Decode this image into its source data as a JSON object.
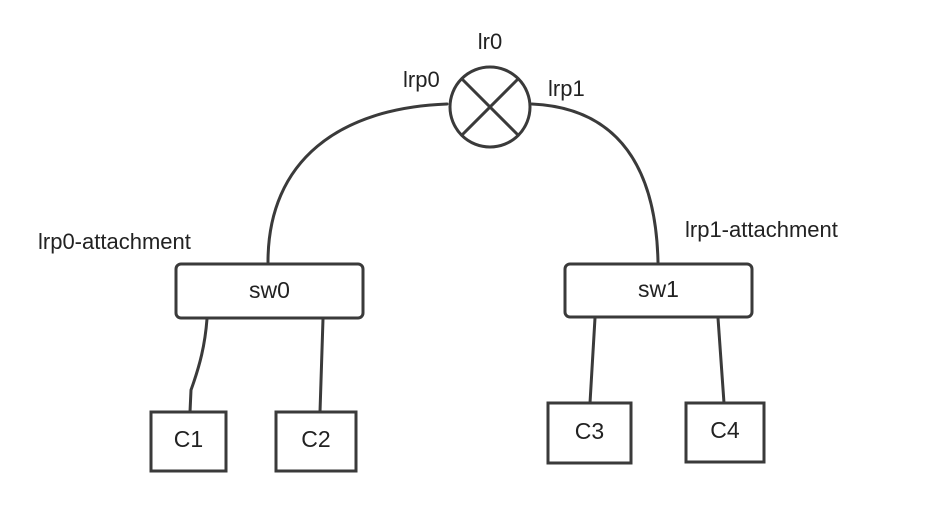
{
  "router": {
    "name": "lr0",
    "port_left": "lrp0",
    "port_right": "lrp1",
    "icon": "router-cross-circle-icon"
  },
  "switches": [
    {
      "name": "sw0",
      "attachment_label": "lrp0-attachment"
    },
    {
      "name": "sw1",
      "attachment_label": "lrp1-attachment"
    }
  ],
  "clients": [
    {
      "name": "C1",
      "switch": "sw0"
    },
    {
      "name": "C2",
      "switch": "sw0"
    },
    {
      "name": "C3",
      "switch": "sw1"
    },
    {
      "name": "C4",
      "switch": "sw1"
    }
  ],
  "colors": {
    "stroke": "#3a3a3a",
    "text": "#222222",
    "background": "#ffffff"
  }
}
